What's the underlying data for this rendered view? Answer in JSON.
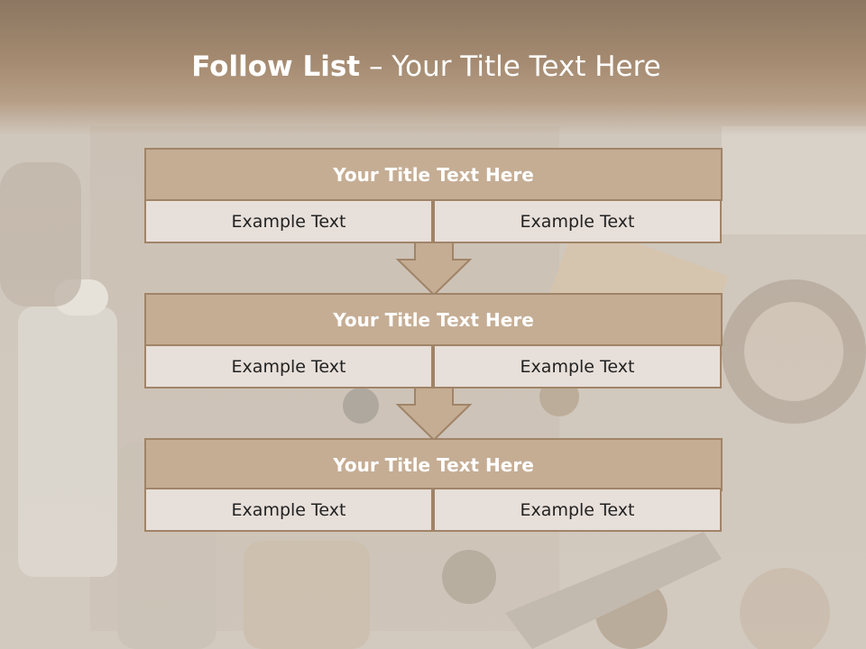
{
  "slide": {
    "title_bold": "Follow List",
    "title_rest": " – Your Title Text Here"
  },
  "steps": [
    {
      "title": "Your Title Text Here",
      "left": "Example Text",
      "right": "Example Text"
    },
    {
      "title": "Your Title Text Here",
      "left": "Example Text",
      "right": "Example Text"
    },
    {
      "title": "Your Title Text Here",
      "left": "Example Text",
      "right": "Example Text"
    }
  ],
  "colors": {
    "header": "#a48a70",
    "block_title": "#c5ad94",
    "border": "#a08468",
    "cell": "#e7dfd9"
  },
  "icons": [
    "down-arrow-icon",
    "down-arrow-icon"
  ]
}
